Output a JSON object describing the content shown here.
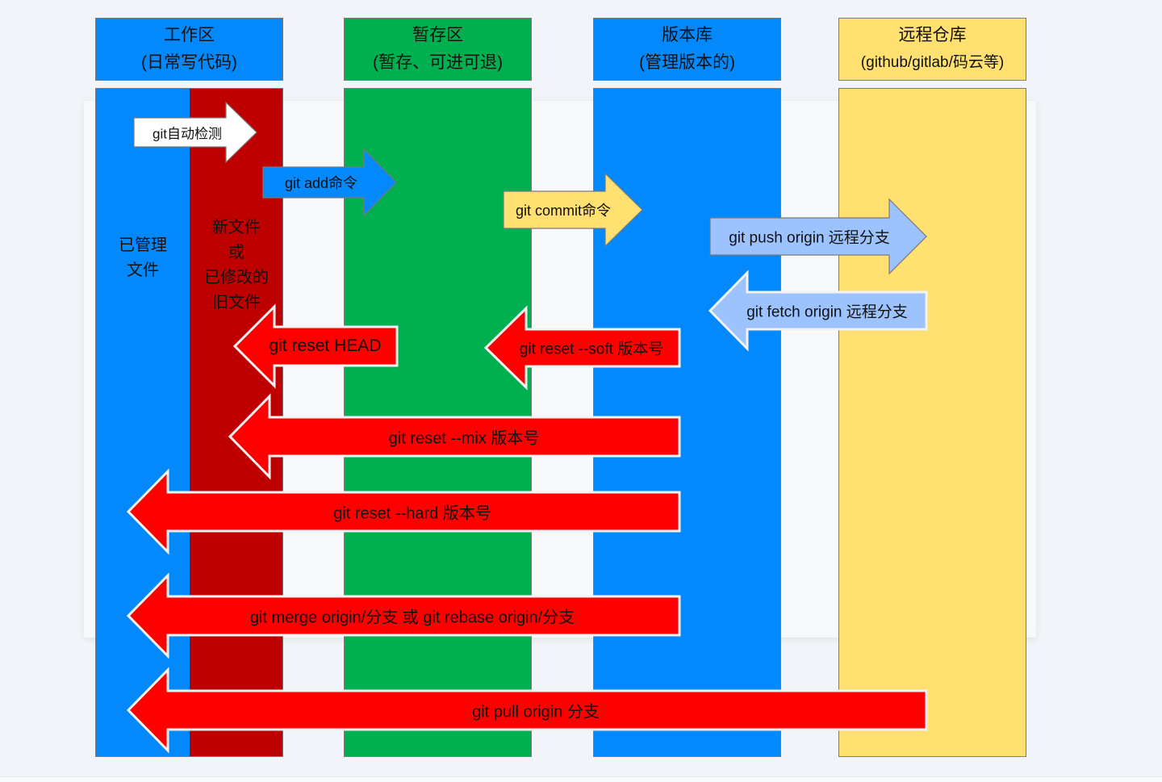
{
  "columns": [
    {
      "id": "workspace",
      "title": "工作区",
      "subtitle": "(日常写代码)",
      "color": "#0389fb"
    },
    {
      "id": "staging",
      "title": "暂存区",
      "subtitle": "(暂存、可进可退)",
      "color": "#00af4f"
    },
    {
      "id": "repository",
      "title": "版本库",
      "subtitle": "(管理版本的)",
      "color": "#0389fb"
    },
    {
      "id": "remote",
      "title": "远程仓库",
      "subtitle": "(github/gitlab/码云等)",
      "color": "#ffe070"
    }
  ],
  "workspace_labels": {
    "managed": "已管理\n文件",
    "changed": "新文件\n或\n已修改的\n旧文件"
  },
  "arrows": [
    {
      "id": "auto-detect",
      "label": "git自动检测",
      "direction": "right",
      "fill": "#ffffff"
    },
    {
      "id": "add",
      "label": "git add命令",
      "direction": "right",
      "fill": "#0389fb"
    },
    {
      "id": "commit",
      "label": "git commit命令",
      "direction": "right",
      "fill": "#ffe070"
    },
    {
      "id": "push",
      "label": "git push origin 远程分支",
      "direction": "right",
      "fill": "#9dc3ff"
    },
    {
      "id": "fetch",
      "label": "git fetch origin 远程分支",
      "direction": "left",
      "fill": "#9dc3ff"
    },
    {
      "id": "reset-head",
      "label": "git reset HEAD",
      "direction": "left",
      "fill": "#ff0000"
    },
    {
      "id": "reset-soft",
      "label": "git reset --soft 版本号",
      "direction": "left",
      "fill": "#ff0000"
    },
    {
      "id": "reset-mix",
      "label": "git reset --mix 版本号",
      "direction": "left",
      "fill": "#ff0000"
    },
    {
      "id": "reset-hard",
      "label": "git reset --hard 版本号",
      "direction": "left",
      "fill": "#ff0000"
    },
    {
      "id": "merge-rebase",
      "label": "git merge origin/分支 或 git rebase origin/分支",
      "direction": "left",
      "fill": "#ff0000"
    },
    {
      "id": "pull",
      "label": "git pull origin 分支",
      "direction": "left",
      "fill": "#ff0000"
    }
  ]
}
